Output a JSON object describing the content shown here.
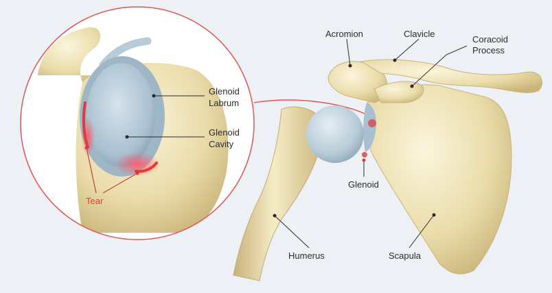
{
  "labels": {
    "acromion": "Acromion",
    "clavicle": "Clavicle",
    "coracoid": [
      "Coracoid",
      "Process"
    ],
    "glenoid_labrum": [
      "Glenoid",
      "Labrum"
    ],
    "glenoid_cavity": [
      "Glenoid",
      "Cavity"
    ],
    "tear": "Tear",
    "glenoid": "Glenoid",
    "humerus": "Humerus",
    "scapula": "Scapula"
  },
  "colors": {
    "background": "#edf1f5",
    "bone": "#ecdfae",
    "bone_shadow": "#c9b478",
    "cartilage": "#b8ccd9",
    "tear": "#e03a3a",
    "leader_line": "#2a2a2a"
  }
}
